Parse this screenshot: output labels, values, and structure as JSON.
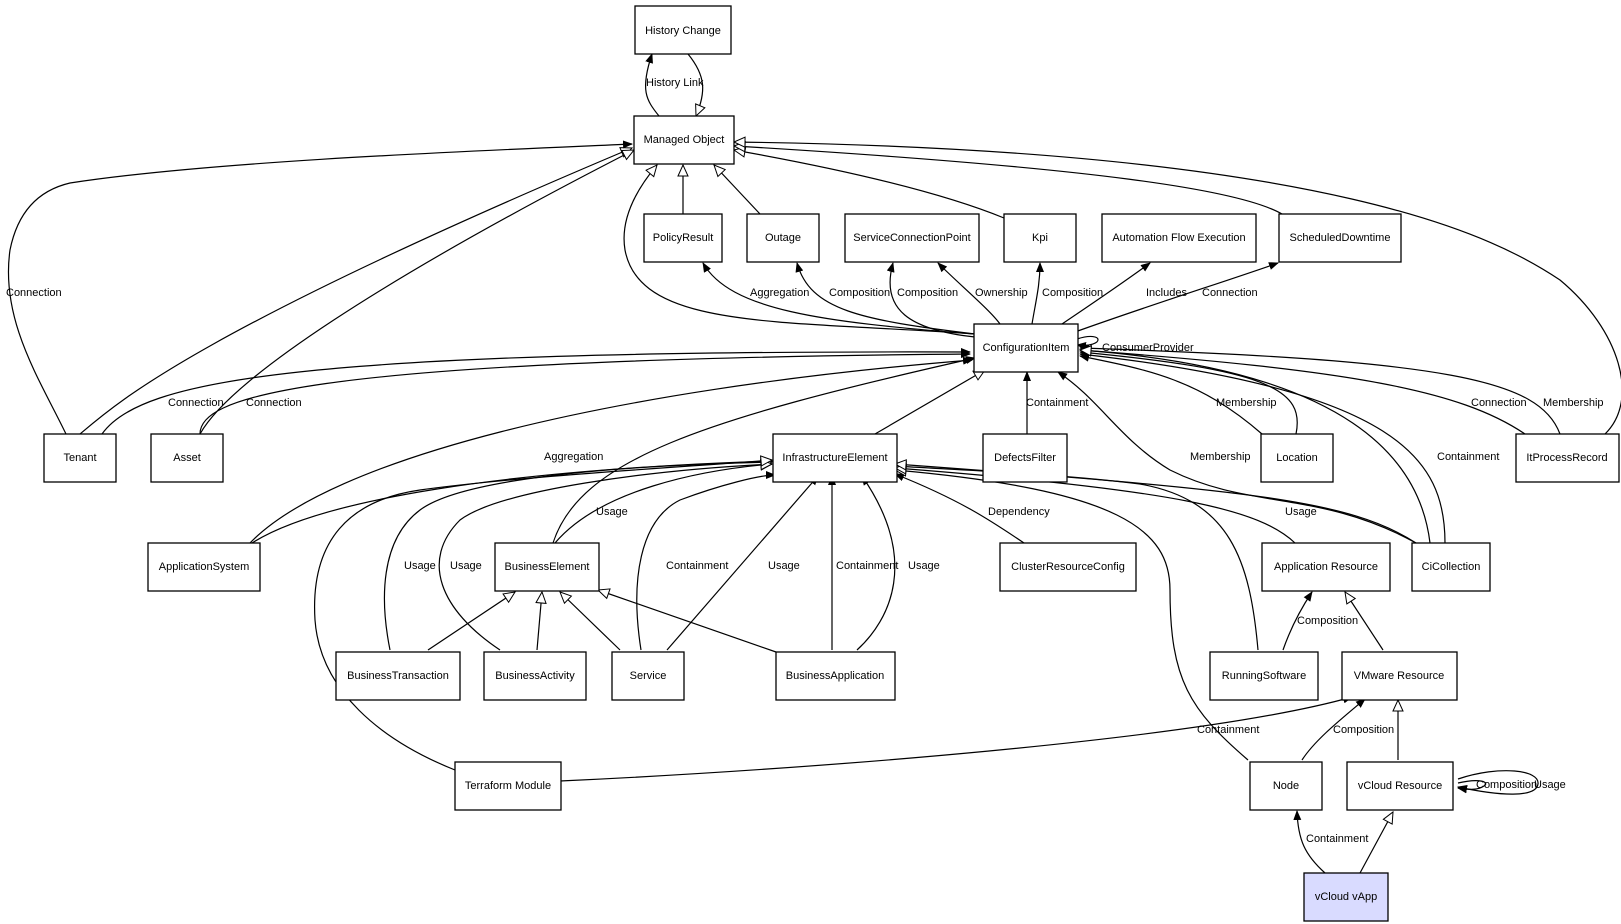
{
  "nodes": {
    "history_change": "History Change",
    "managed_object": "Managed Object",
    "policy_result": "PolicyResult",
    "outage": "Outage",
    "service_connection_point": "ServiceConnectionPoint",
    "kpi": "Kpi",
    "automation_flow_execution": "Automation Flow Execution",
    "scheduled_downtime": "ScheduledDowntime",
    "configuration_item": "ConfigurationItem",
    "tenant": "Tenant",
    "asset": "Asset",
    "infrastructure_element": "InfrastructureElement",
    "defects_filter": "DefectsFilter",
    "location": "Location",
    "it_process_record": "ItProcessRecord",
    "application_system": "ApplicationSystem",
    "business_element": "BusinessElement",
    "cluster_resource_config": "ClusterResourceConfig",
    "application_resource": "Application Resource",
    "ci_collection": "CiCollection",
    "business_transaction": "BusinessTransaction",
    "business_activity": "BusinessActivity",
    "service": "Service",
    "business_application": "BusinessApplication",
    "running_software": "RunningSoftware",
    "vmware_resource": "VMware Resource",
    "terraform_module": "Terraform Module",
    "node": "Node",
    "vcloud_resource": "vCloud Resource",
    "vcloud_vapp": "vCloud vApp"
  },
  "edge_labels": {
    "history_link": "History Link",
    "tenant_mo_connection": "Connection",
    "aggregation_policy": "Aggregation",
    "composition_outage": "Composition",
    "composition_scp": "Composition",
    "ownership_scp": "Ownership",
    "composition_kpi": "Composition",
    "includes_afe": "Includes",
    "connection_sd": "Connection",
    "consumer_provider": "ConsumerProvider",
    "tenant_ci_connection": "Connection",
    "asset_ci_connection": "Connection",
    "containment_defects": "Containment",
    "membership_location": "Membership",
    "connection_itpr": "Connection",
    "membership_itpr": "Membership",
    "aggregation_appsys": "Aggregation",
    "membership_cicoll": "Membership",
    "containment_cicoll": "Containment",
    "usage_be": "Usage",
    "dependency_crc": "Dependency",
    "usage_cicoll": "Usage",
    "usage_bt": "Usage",
    "usage_ba": "Usage",
    "containment_service": "Containment",
    "usage_service": "Usage",
    "containment_bapp": "Containment",
    "usage_bapp": "Usage",
    "composition_rs": "Composition",
    "containment_node": "Containment",
    "composition_node": "Composition",
    "composition_self": "Composition",
    "usage_self": "Usage",
    "containment_vapp": "Containment"
  }
}
